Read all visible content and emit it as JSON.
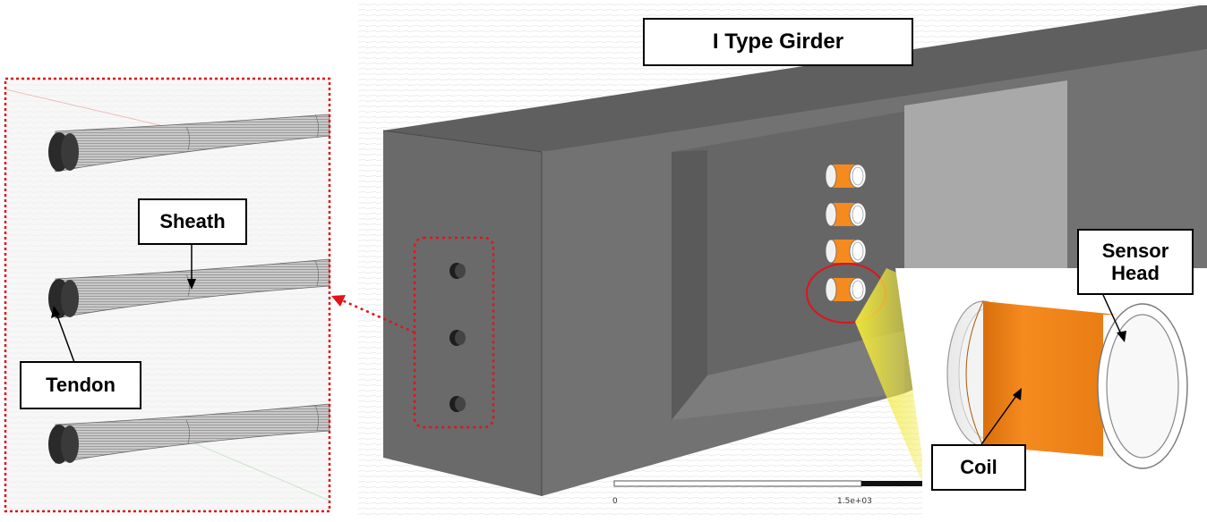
{
  "labels": {
    "girder_title": "I Type Girder",
    "sheath": "Sheath",
    "tendon": "Tendon",
    "sensor_head": "Sensor Head",
    "coil": "Coil"
  },
  "scale_bar": {
    "tick_start": "0",
    "tick_end": "1.5e+03"
  },
  "colors": {
    "girder_front": "#707070",
    "girder_top": "#5e5e5e",
    "girder_side": "#666666",
    "coil_orange": "#f58a1f",
    "highlight_red": "#e0141a",
    "dotted_red": "#e0141a",
    "beam_yellow": "#f2ea3c"
  },
  "icons": [
    "tendon-end-icon",
    "sensor-icon"
  ]
}
